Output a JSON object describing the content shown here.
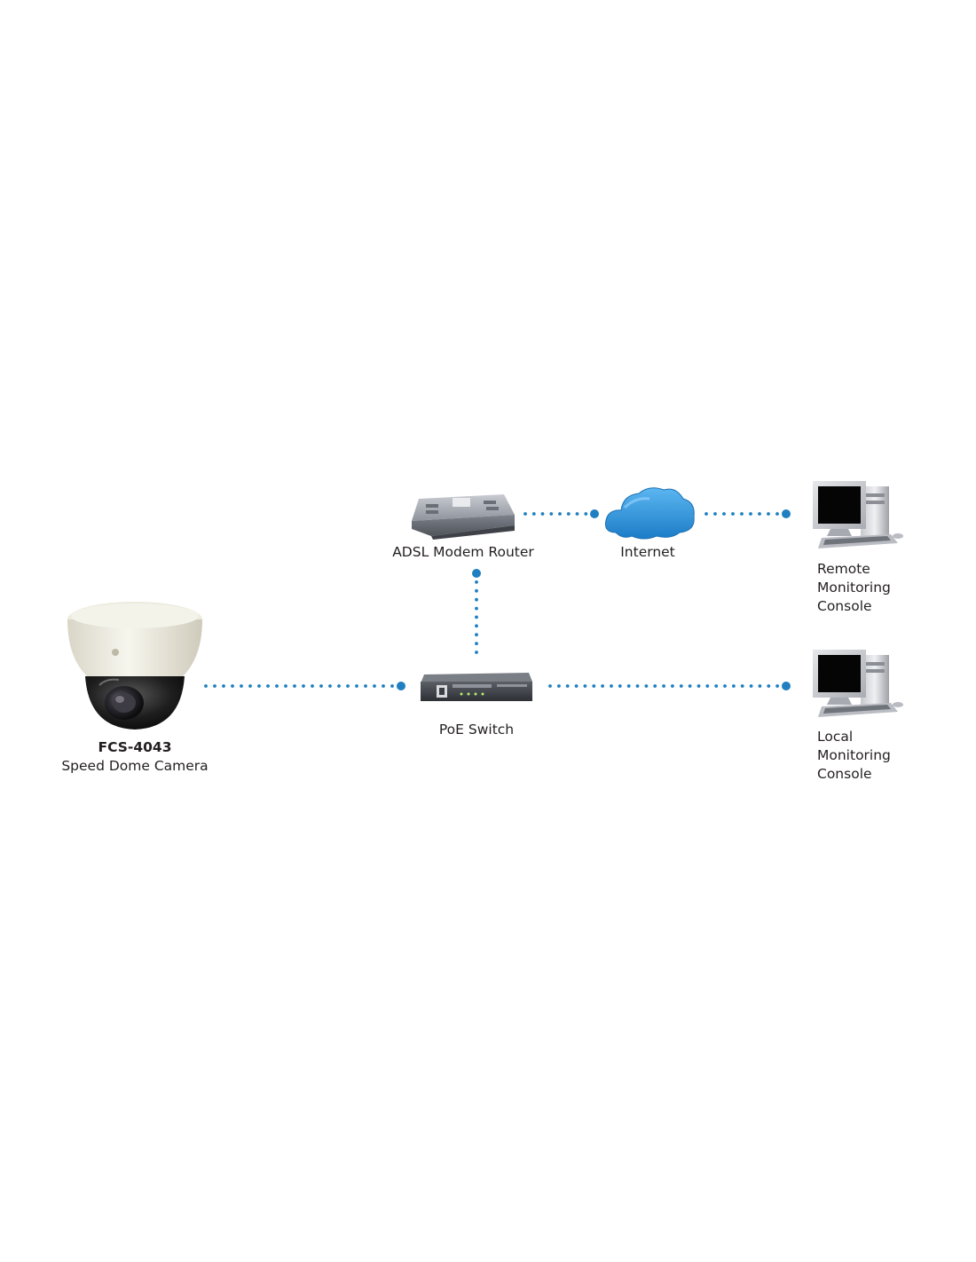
{
  "nodes": {
    "camera": {
      "name_line1": "FCS-4043",
      "name_line2": "Speed Dome Camera",
      "icon": "dome-camera-icon"
    },
    "poe_switch": {
      "label": "PoE Switch",
      "icon": "poe-switch-icon"
    },
    "router": {
      "label": "ADSL Modem Router",
      "icon": "router-icon"
    },
    "internet": {
      "label": "Internet",
      "icon": "cloud-icon"
    },
    "remote_console": {
      "line1": "Remote",
      "line2": "Monitoring",
      "line3": "Console",
      "icon": "desktop-computer-icon"
    },
    "local_console": {
      "line1": "Local",
      "line2": "Monitoring",
      "line3": "Console",
      "icon": "desktop-computer-icon"
    }
  },
  "connections": [
    {
      "from": "camera",
      "to": "poe_switch"
    },
    {
      "from": "poe_switch",
      "to": "router"
    },
    {
      "from": "router",
      "to": "internet"
    },
    {
      "from": "internet",
      "to": "remote_console"
    },
    {
      "from": "poe_switch",
      "to": "local_console"
    }
  ],
  "colors": {
    "connector": "#1f7fc0",
    "cloud": "#2a8fd6",
    "text": "#231f20"
  }
}
